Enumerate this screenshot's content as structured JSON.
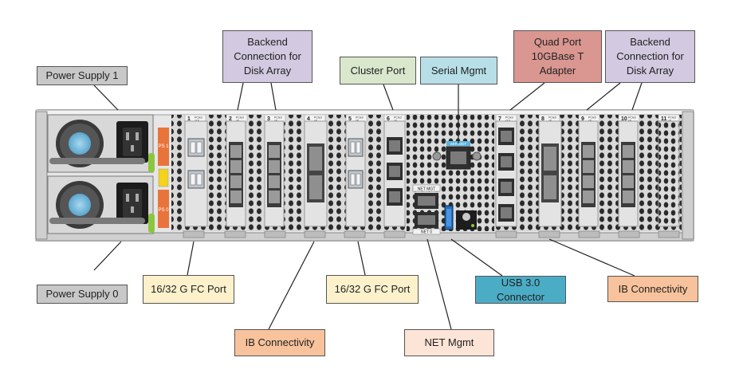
{
  "callouts": [
    {
      "id": "power-supply-1",
      "lines": [
        "Power Supply 1"
      ],
      "fill": "#c8c8c8"
    },
    {
      "id": "backend-connection-left",
      "lines": [
        "Backend",
        "Connection for",
        "Disk Array"
      ],
      "fill": "#d3c9e1"
    },
    {
      "id": "cluster-port",
      "lines": [
        "Cluster Port"
      ],
      "fill": "#d9e7cc"
    },
    {
      "id": "serial-mgmt",
      "lines": [
        "Serial Mgmt"
      ],
      "fill": "#b8dfe8"
    },
    {
      "id": "quad-port-10gbase-t",
      "lines": [
        "Quad Port",
        "10GBase T",
        "Adapter"
      ],
      "fill": "#da9690"
    },
    {
      "id": "backend-connection-right",
      "lines": [
        "Backend",
        "Connection for",
        "Disk Array"
      ],
      "fill": "#d3c9e1"
    },
    {
      "id": "power-supply-0",
      "lines": [
        "Power Supply 0"
      ],
      "fill": "#c8c8c8"
    },
    {
      "id": "fc-port-left",
      "lines": [
        "16/32 G FC Port"
      ],
      "fill": "#fdf1cc"
    },
    {
      "id": "fc-port-right",
      "lines": [
        "16/32 G FC Port"
      ],
      "fill": "#fdf1cc"
    },
    {
      "id": "usb-connector",
      "lines": [
        "USB 3.0",
        "Connector"
      ],
      "fill": "#4bacc6"
    },
    {
      "id": "ib-connectivity-right",
      "lines": [
        "IB Connectivity"
      ],
      "fill": "#f8c39c"
    },
    {
      "id": "ib-connectivity-left",
      "lines": [
        "IB Connectivity"
      ],
      "fill": "#f8c39c"
    },
    {
      "id": "net-mgmt",
      "lines": [
        "NET Mgmt"
      ],
      "fill": "#fce4d6"
    }
  ],
  "chassis": {
    "slot_numbers": [
      "1",
      "2",
      "3",
      "4",
      "5",
      "6",
      "7",
      "8",
      "9",
      "10",
      "11"
    ],
    "slot_spec": "PCIe3",
    "slot_widths": [
      "x16",
      "x8",
      "x8",
      "x8",
      "x8",
      "x8",
      "x16",
      "x8",
      "x8",
      "x8",
      "x8"
    ],
    "psu_labels": [
      "PS 1",
      "PS 0"
    ],
    "net_labels": [
      "NET MGT",
      "NET 0"
    ],
    "ser_label": "SER MGT"
  }
}
